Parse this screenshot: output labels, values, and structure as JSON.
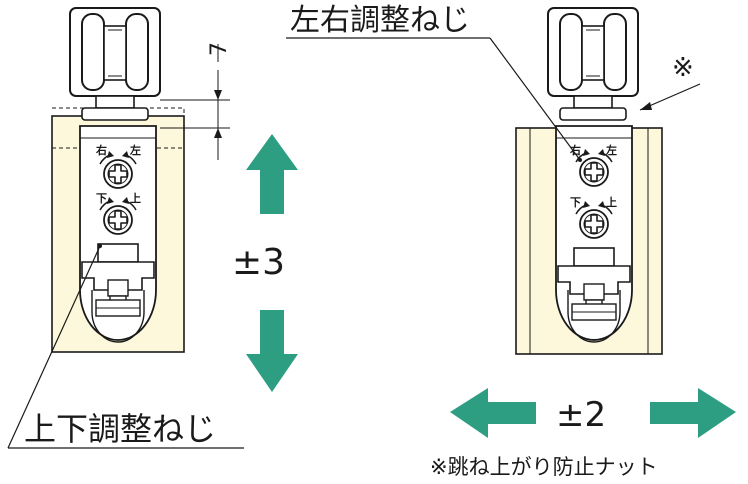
{
  "labels": {
    "lr_adjust_screw": "左右調整ねじ",
    "ud_adjust_screw": "上下調整ねじ",
    "dimension_7": "7",
    "plus_minus_3": "±3",
    "plus_minus_2": "±2",
    "note_mark": "※",
    "footnote": "※跳ね上がり防止ナット",
    "mark_right": "右",
    "mark_left": "左",
    "mark_down": "下",
    "mark_up": "上"
  },
  "colors": {
    "panel_fill": "#fdf8dc",
    "line": "#1a1a1a",
    "arrow": "#2e9e82",
    "metal": "#ffffff"
  }
}
